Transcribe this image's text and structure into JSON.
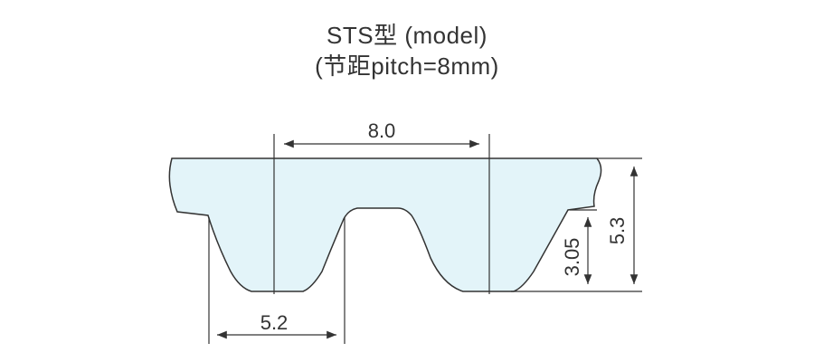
{
  "title": {
    "line1": "STS型 (model)",
    "line2": "(节距pitch=8mm)"
  },
  "diagram": {
    "pitch_label": "8.0",
    "tooth_width_label": "5.2",
    "tooth_height_label": "3.05",
    "total_height_label": "5.3"
  },
  "colors": {
    "belt_fill": "#e3f4f9",
    "line": "#333333"
  }
}
